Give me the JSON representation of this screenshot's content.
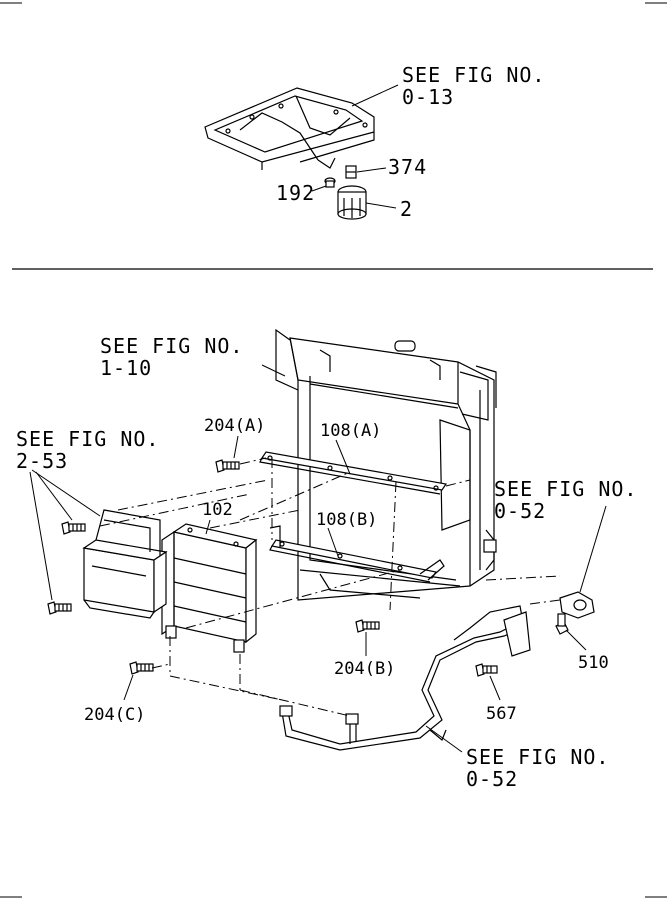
{
  "refs": {
    "oil_pan": [
      "SEE FIG NO.",
      "0-13"
    ],
    "radiator": [
      "SEE FIG NO.",
      "1-10"
    ],
    "cooler": [
      "SEE FIG NO.",
      "2-53"
    ],
    "pipe_right": [
      "SEE FIG NO.",
      "0-52"
    ],
    "pipe_bottom": [
      "SEE FIG NO.",
      "0-52"
    ]
  },
  "parts": {
    "p374": "374",
    "p192": "192",
    "p2": "2",
    "p204a": "204(A)",
    "p108a": "108(A)",
    "p102": "102",
    "p108b": "108(B)",
    "p204b": "204(B)",
    "p510": "510",
    "p567": "567",
    "p204c": "204(C)"
  }
}
